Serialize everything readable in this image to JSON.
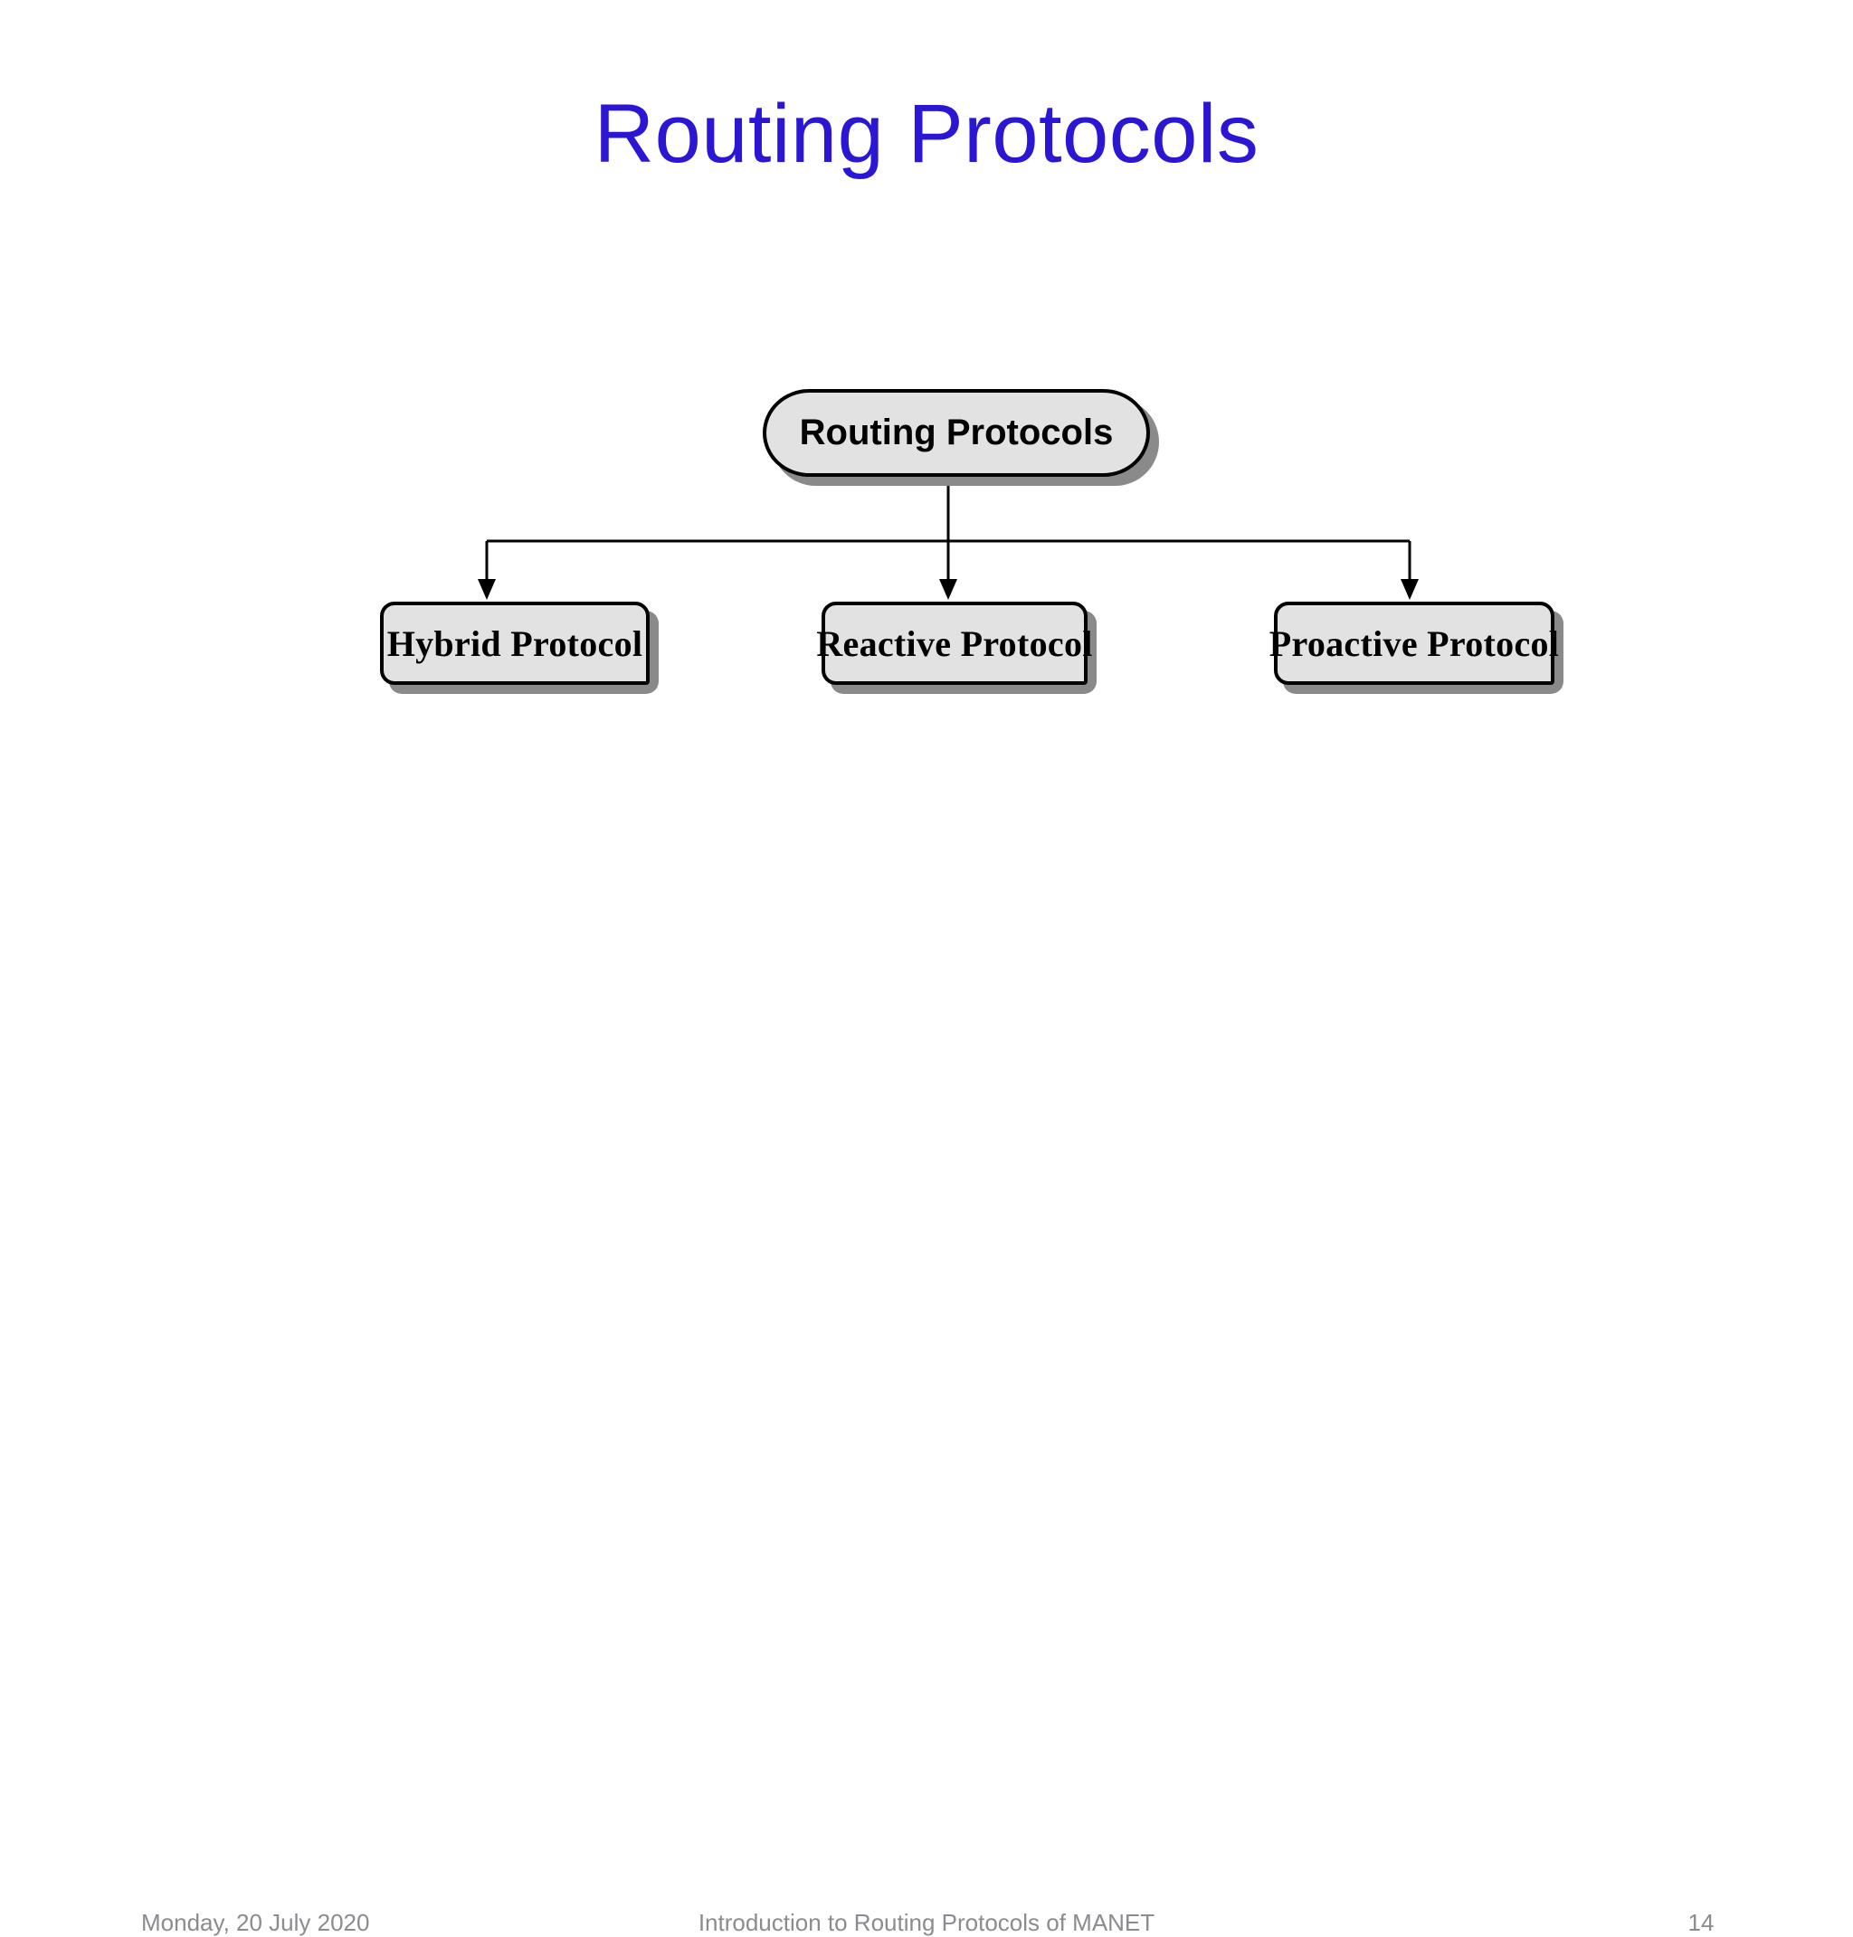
{
  "slide": {
    "title": "Routing Protocols",
    "title_color": "#2B16D4",
    "background_color": "#FFFFFF"
  },
  "diagram": {
    "type": "tree",
    "node_fill_color": "#E2E2E2",
    "node_border_color": "#000000",
    "node_shadow_color": "#8A8A8A",
    "connector_color": "#000000",
    "root": {
      "label": "Routing Protocols",
      "shape": "stadium"
    },
    "children": [
      {
        "label": "Hybrid Protocol",
        "shape": "rounded-rect"
      },
      {
        "label": "Reactive Protocol",
        "shape": "rounded-rect"
      },
      {
        "label": "Proactive Protocol",
        "shape": "rounded-rect"
      }
    ]
  },
  "footer": {
    "date": "Monday, 20 July 2020",
    "center": "Introduction to Routing Protocols of MANET",
    "page_number": "14",
    "text_color": "#8B8B90"
  }
}
